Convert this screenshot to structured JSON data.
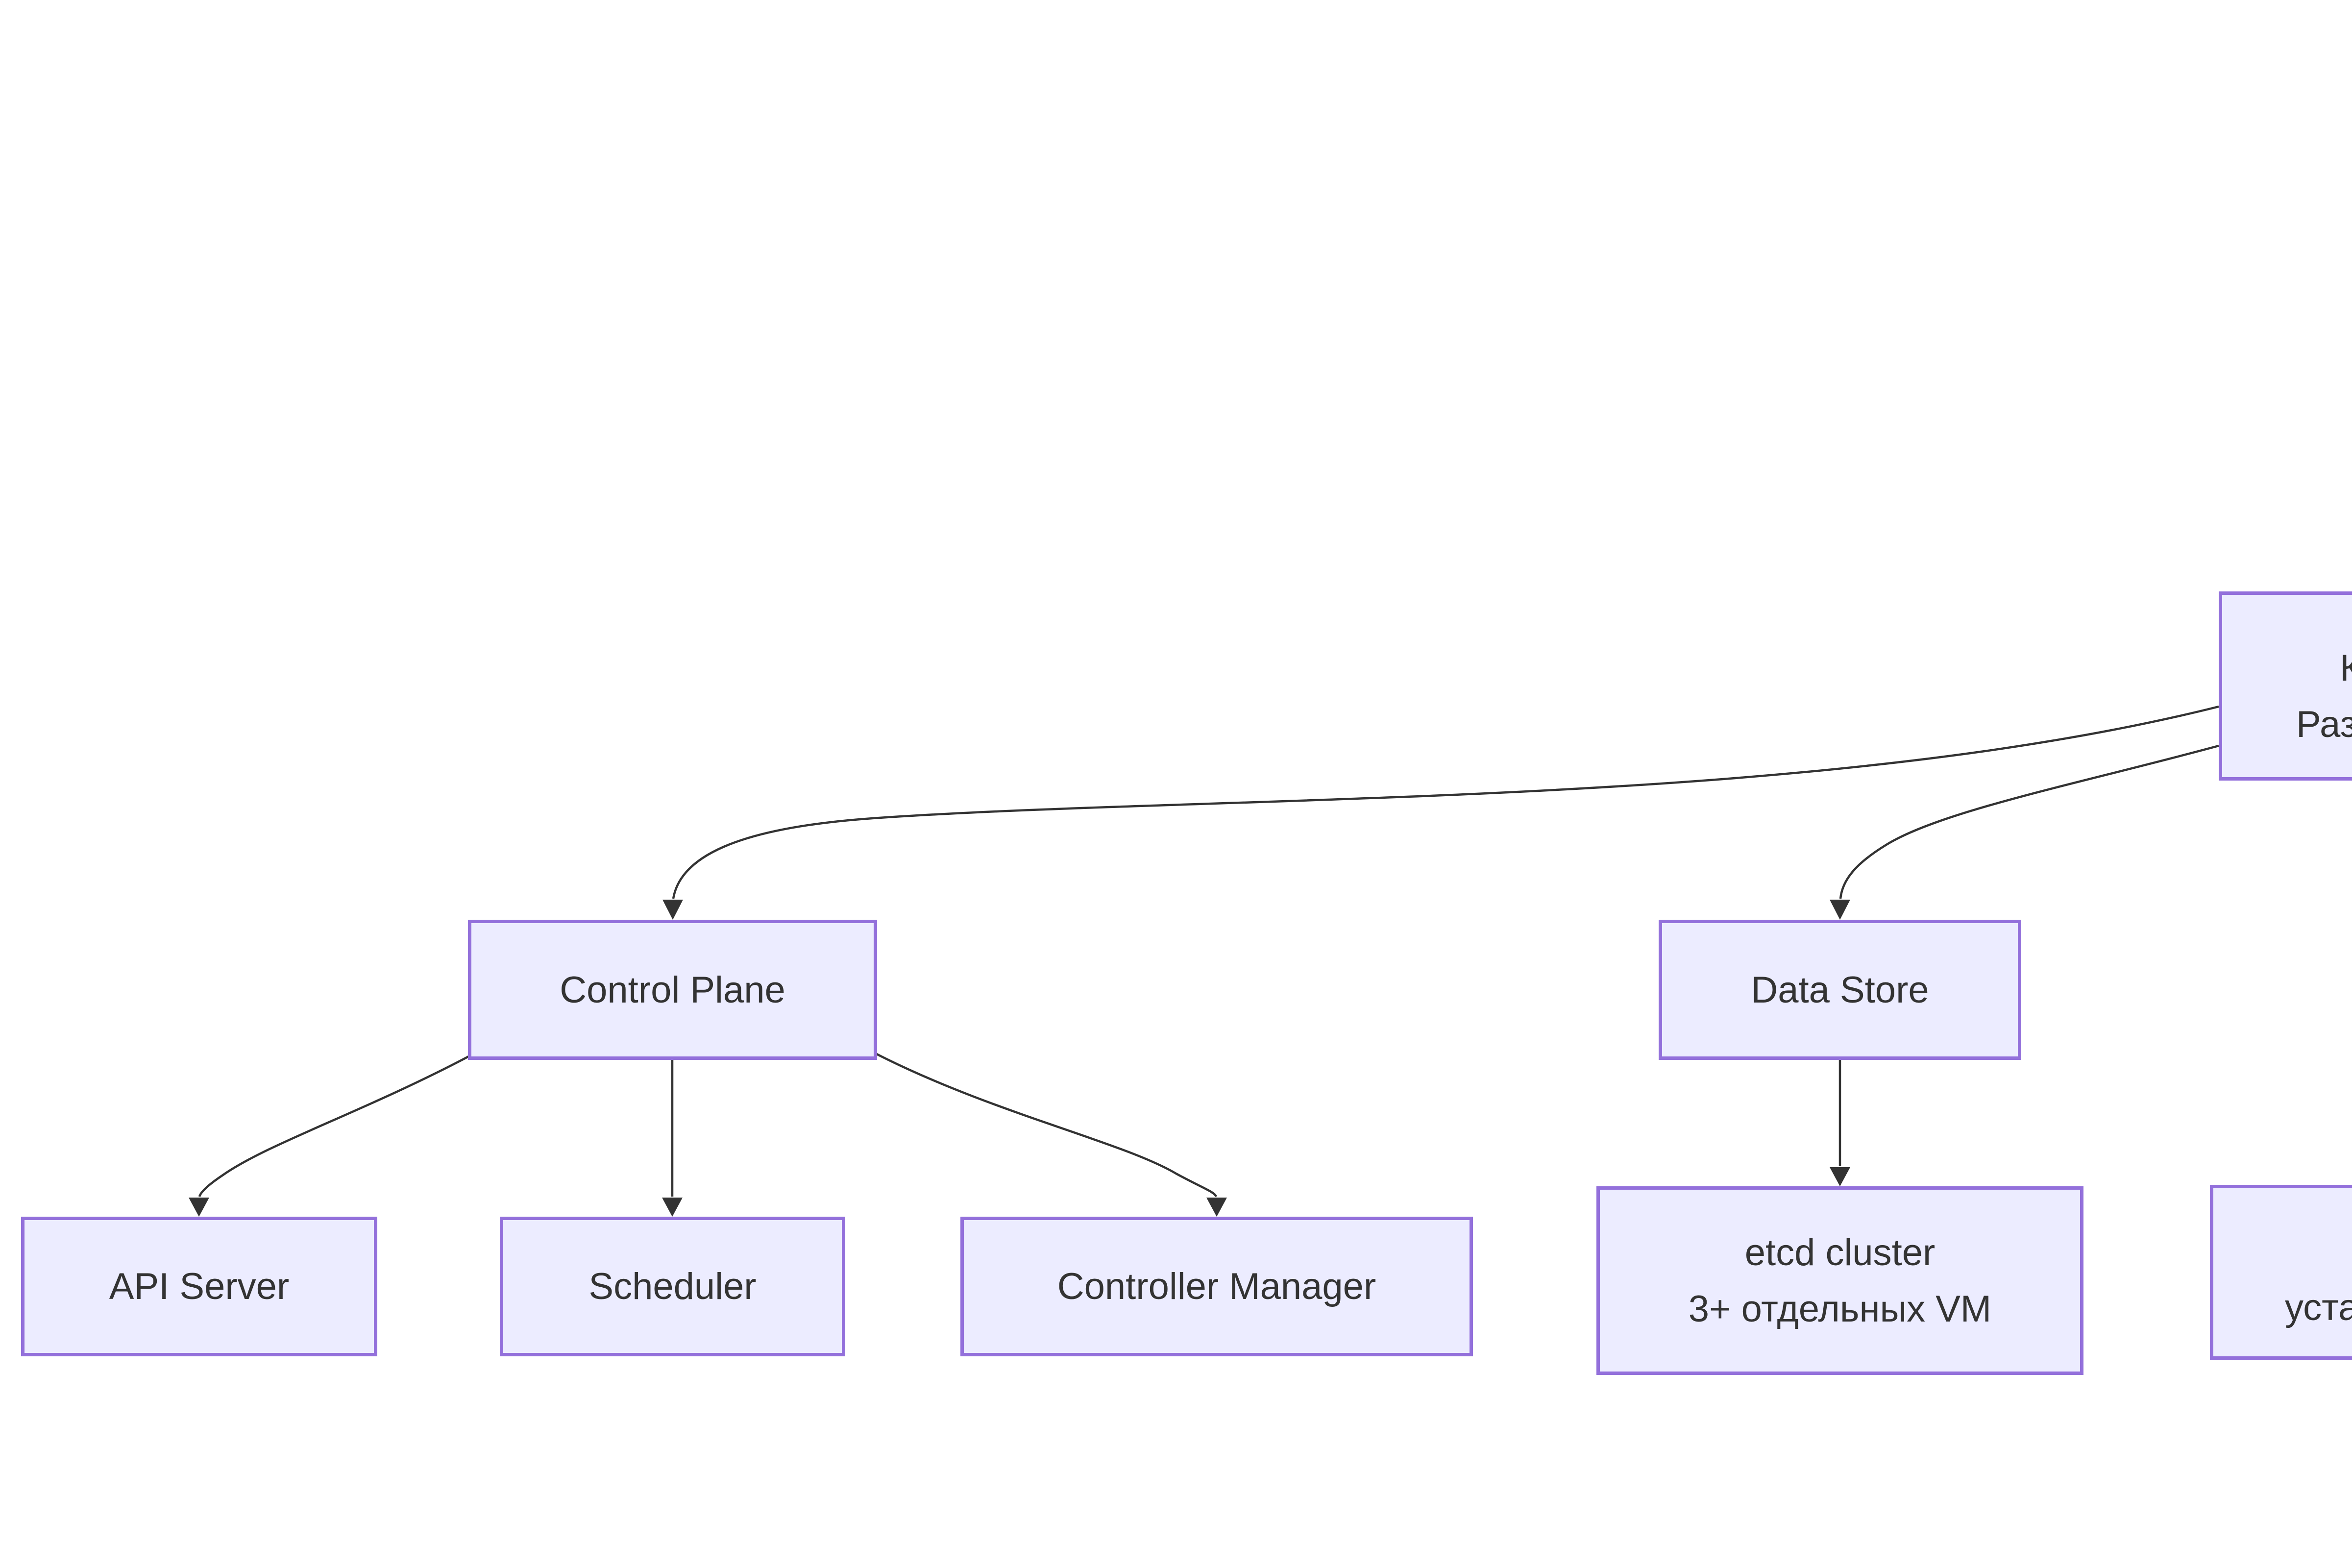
{
  "theme": {
    "background": "#ffffff",
    "node_fill": "#ECECFF",
    "node_border": "#9370DB",
    "edge_color": "#333333",
    "text_color": "#333333"
  },
  "diagram": {
    "type": "flowchart",
    "direction": "top-down",
    "nodes": {
      "root_clipped": {
        "line1": "К",
        "line2": "Раз"
      },
      "control_plane": {
        "label": "Control Plane"
      },
      "data_store": {
        "label": "Data Store"
      },
      "api_server": {
        "label": "API Server"
      },
      "scheduler": {
        "label": "Scheduler"
      },
      "controller_manager": {
        "label": "Controller Manager"
      },
      "etcd": {
        "line1": "etcd cluster",
        "line2": "3+ отдельных VM"
      },
      "bottom_right_clipped": {
        "line2": "уста"
      }
    },
    "edges": [
      {
        "from": "root_clipped",
        "to": "control_plane"
      },
      {
        "from": "root_clipped",
        "to": "data_store"
      },
      {
        "from": "control_plane",
        "to": "api_server"
      },
      {
        "from": "control_plane",
        "to": "scheduler"
      },
      {
        "from": "control_plane",
        "to": "controller_manager"
      },
      {
        "from": "data_store",
        "to": "etcd"
      }
    ]
  }
}
